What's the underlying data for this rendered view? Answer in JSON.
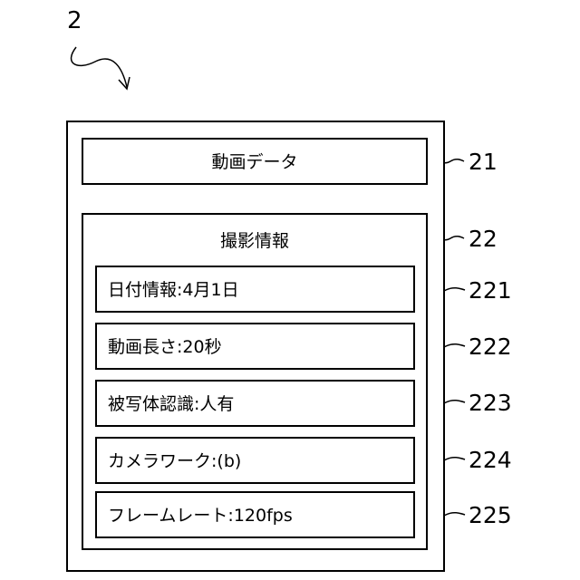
{
  "figure_ref": "2",
  "data_box": {
    "label": "動画データ",
    "ref": "21"
  },
  "info_box": {
    "title": "撮影情報",
    "ref": "22",
    "items": [
      {
        "label": "日付情報:4月1日",
        "ref": "221"
      },
      {
        "label": "動画長さ:20秒",
        "ref": "222"
      },
      {
        "label": "被写体認識:人有",
        "ref": "223"
      },
      {
        "label": "カメラワーク:(b)",
        "ref": "224"
      },
      {
        "label": "フレームレート:120fps",
        "ref": "225"
      }
    ]
  }
}
